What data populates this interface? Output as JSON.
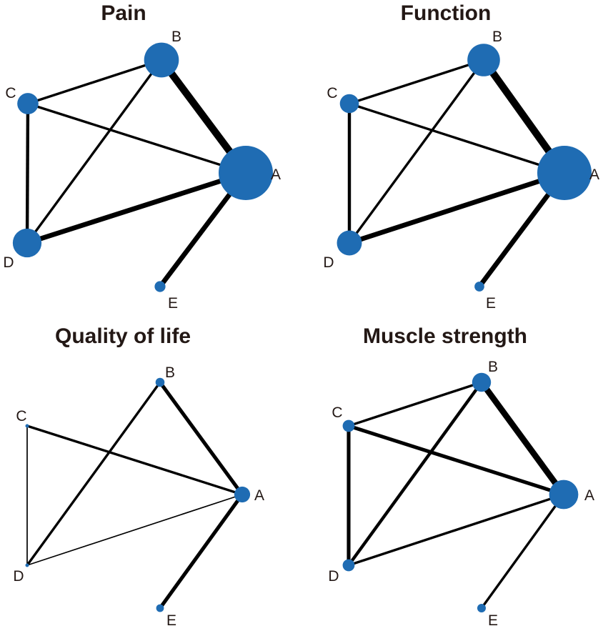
{
  "figure": {
    "node_color": "#1f6cb3",
    "edge_color": "#000000",
    "text_color": "#231815"
  },
  "panels": [
    {
      "id": "pain",
      "title": "Pain",
      "nodes": [
        {
          "id": "A",
          "label": "A",
          "size": 1.0
        },
        {
          "id": "B",
          "label": "B",
          "size": 0.64
        },
        {
          "id": "C",
          "label": "C",
          "size": 0.39
        },
        {
          "id": "D",
          "label": "D",
          "size": 0.53
        },
        {
          "id": "E",
          "label": "E",
          "size": 0.2
        }
      ],
      "edges": [
        {
          "from": "A",
          "to": "B",
          "weight": 3
        },
        {
          "from": "A",
          "to": "C",
          "weight": 1
        },
        {
          "from": "A",
          "to": "D",
          "weight": 2
        },
        {
          "from": "A",
          "to": "E",
          "weight": 2
        },
        {
          "from": "B",
          "to": "C",
          "weight": 1
        },
        {
          "from": "B",
          "to": "D",
          "weight": 1
        },
        {
          "from": "C",
          "to": "D",
          "weight": 1.3
        }
      ]
    },
    {
      "id": "function",
      "title": "Function",
      "nodes": [
        {
          "id": "A",
          "label": "A",
          "size": 1.0
        },
        {
          "id": "B",
          "label": "B",
          "size": 0.6
        },
        {
          "id": "C",
          "label": "C",
          "size": 0.35
        },
        {
          "id": "D",
          "label": "D",
          "size": 0.46
        },
        {
          "id": "E",
          "label": "E",
          "size": 0.18
        }
      ],
      "edges": [
        {
          "from": "A",
          "to": "B",
          "weight": 3
        },
        {
          "from": "A",
          "to": "C",
          "weight": 1
        },
        {
          "from": "A",
          "to": "D",
          "weight": 2
        },
        {
          "from": "A",
          "to": "E",
          "weight": 2
        },
        {
          "from": "B",
          "to": "C",
          "weight": 1
        },
        {
          "from": "B",
          "to": "D",
          "weight": 1
        },
        {
          "from": "C",
          "to": "D",
          "weight": 1.3
        }
      ]
    },
    {
      "id": "quality-of-life",
      "title": "Quality of life",
      "nodes": [
        {
          "id": "A",
          "label": "A",
          "size": 0.37
        },
        {
          "id": "B",
          "label": "B",
          "size": 0.21
        },
        {
          "id": "C",
          "label": "C",
          "size": 0.06
        },
        {
          "id": "D",
          "label": "D",
          "size": 0.08
        },
        {
          "id": "E",
          "label": "E",
          "size": 0.18
        }
      ],
      "edges": [
        {
          "from": "A",
          "to": "B",
          "weight": 1.5
        },
        {
          "from": "A",
          "to": "C",
          "weight": 1
        },
        {
          "from": "A",
          "to": "D",
          "weight": 0.5
        },
        {
          "from": "A",
          "to": "E",
          "weight": 1.5
        },
        {
          "from": "B",
          "to": "D",
          "weight": 1
        },
        {
          "from": "C",
          "to": "D",
          "weight": 0.5
        }
      ]
    },
    {
      "id": "muscle-strength",
      "title": "Muscle strength",
      "nodes": [
        {
          "id": "A",
          "label": "A",
          "size": 0.68
        },
        {
          "id": "B",
          "label": "B",
          "size": 0.44
        },
        {
          "id": "C",
          "label": "C",
          "size": 0.28
        },
        {
          "id": "D",
          "label": "D",
          "size": 0.28
        },
        {
          "id": "E",
          "label": "E",
          "size": 0.2
        }
      ],
      "edges": [
        {
          "from": "A",
          "to": "B",
          "weight": 2.5
        },
        {
          "from": "A",
          "to": "C",
          "weight": 1.5
        },
        {
          "from": "A",
          "to": "D",
          "weight": 1
        },
        {
          "from": "A",
          "to": "E",
          "weight": 1
        },
        {
          "from": "B",
          "to": "C",
          "weight": 1
        },
        {
          "from": "B",
          "to": "D",
          "weight": 1.3
        },
        {
          "from": "C",
          "to": "D",
          "weight": 1.5
        }
      ]
    }
  ]
}
